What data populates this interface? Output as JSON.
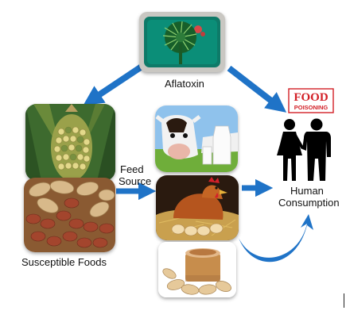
{
  "diagram": {
    "labels": {
      "aflatoxin": "Aflatoxin",
      "feed_source_line1": "Feed",
      "feed_source_line2": "Source",
      "susceptible_foods": "Susceptible Foods",
      "human_line1": "Human",
      "human_line2": "Consumption"
    },
    "badge": {
      "line1": "FOOD",
      "line2": "POISONING"
    },
    "colors": {
      "arrow": "#1f73c7",
      "badge_red": "#d21f26",
      "silhouette": "#000000"
    },
    "icons": [
      "aspergillus-image",
      "corn-image",
      "peanuts-image",
      "cow-milk-image",
      "hen-eggs-image",
      "peanut-butter-image",
      "couple-icon"
    ]
  }
}
